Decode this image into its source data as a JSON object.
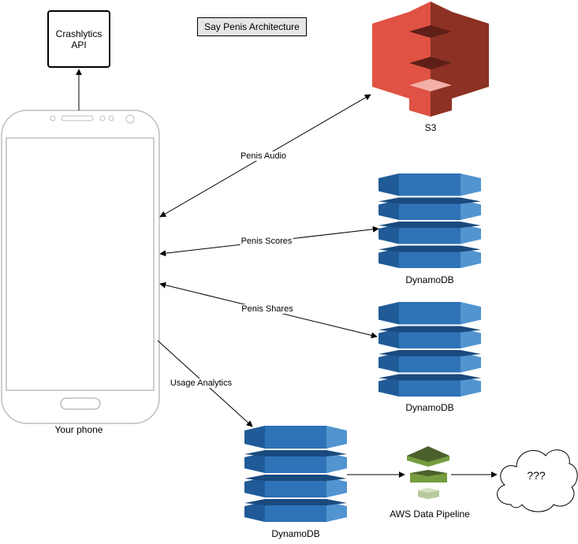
{
  "title": "Say Penis Architecture",
  "crashlytics": {
    "line1": "Crashlytics",
    "line2": "API"
  },
  "phone_label": "Your phone",
  "nodes": {
    "s3": "S3",
    "dynamo1": "DynamoDB",
    "dynamo2": "DynamoDB",
    "dynamo3": "DynamoDB",
    "pipeline": "AWS Data Pipeline",
    "cloud": "???"
  },
  "edges": {
    "audio": "Penis Audio",
    "scores": "Penis Scores",
    "shares": "Penis Shares",
    "analytics": "Usage Analytics"
  },
  "colors": {
    "s3_light": "#e05243",
    "s3_dark": "#8c3123",
    "s3_top": "#f58536",
    "dynamo_mid": "#2e73b8",
    "dynamo_dark": "#205b98",
    "dynamo_light": "#5294cf",
    "pipeline_dark": "#4b612c",
    "pipeline_mid": "#759c3e",
    "pipeline_light": "#b7ca9d"
  },
  "icons": [
    "s3-bucket-icon",
    "dynamodb-icon",
    "aws-data-pipeline-icon",
    "cloud-icon",
    "phone-icon"
  ]
}
